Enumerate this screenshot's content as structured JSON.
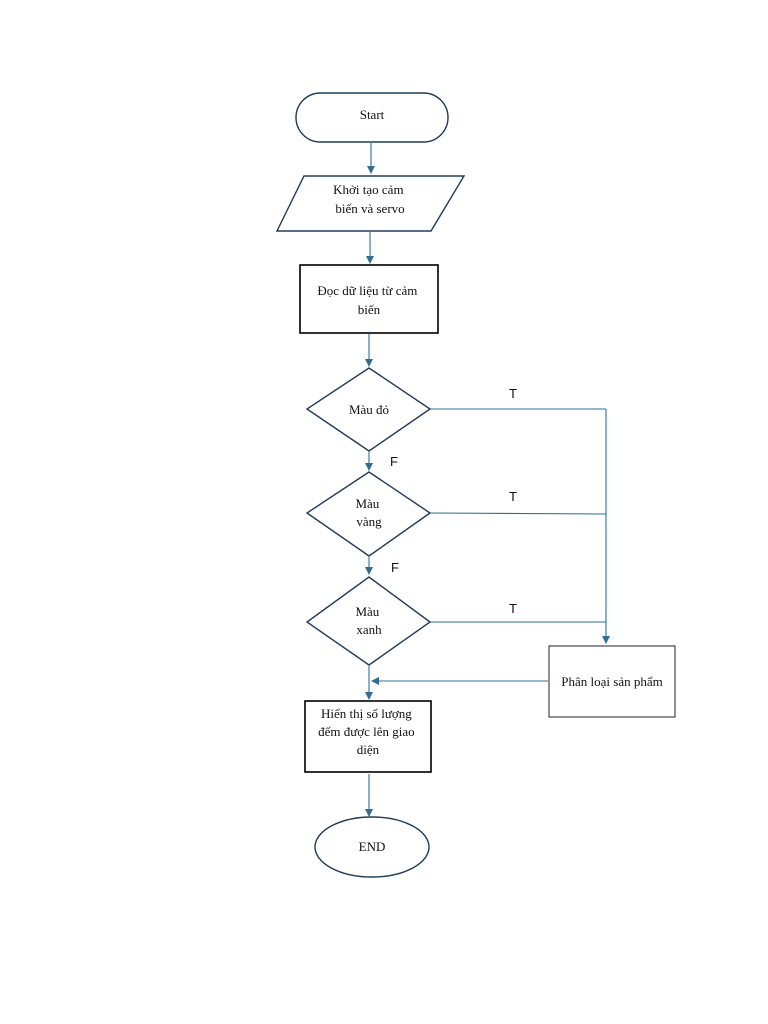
{
  "colors": {
    "connector": "#2e6e96",
    "shape_outline": "#1f3b57",
    "box_outline": "#000000",
    "text": "#111111",
    "background": "#ffffff"
  },
  "nodes": {
    "start": {
      "lines": [
        "Start"
      ]
    },
    "init": {
      "lines": [
        "Khởi tạo cảm",
        "biến và servo"
      ]
    },
    "read": {
      "lines": [
        "Đọc dữ liệu từ cảm",
        "biến"
      ]
    },
    "red": {
      "lines": [
        "Màu đỏ"
      ]
    },
    "yellow": {
      "lines": [
        "Màu",
        "vàng"
      ]
    },
    "green": {
      "lines": [
        "Màu",
        "xanh"
      ]
    },
    "sort": {
      "lines": [
        "Phân loại sản phẩm"
      ]
    },
    "display": {
      "lines": [
        "Hiển thị số lượng",
        "đếm được lên giao",
        "diện"
      ]
    },
    "end": {
      "lines": [
        "END"
      ]
    }
  },
  "edge_labels": {
    "red_true": "T",
    "red_false": "F",
    "yellow_true": "T",
    "yellow_false": "F",
    "green_true": "T"
  }
}
